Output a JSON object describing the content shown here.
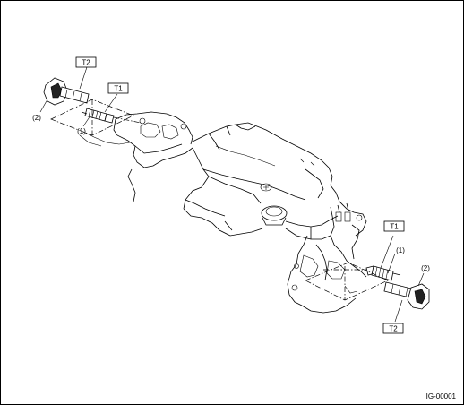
{
  "labels": {
    "t1_left": "T1",
    "t2_left": "T2",
    "one_left": "(1)",
    "two_left": "(2)",
    "t1_right": "T1",
    "t2_right": "T2",
    "one_right": "(1)",
    "two_right": "(2)"
  },
  "figure_id": "IG-00001"
}
